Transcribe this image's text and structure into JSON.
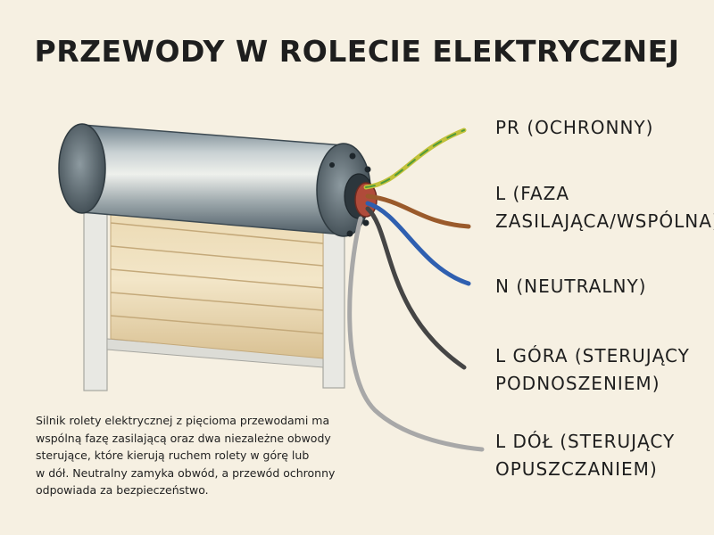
{
  "title": "PRZEWODY W ROLECIE ELEKTRYCZNEJ",
  "wires": [
    {
      "id": "pe",
      "label_lines": [
        "PR (OCHRONNY)"
      ],
      "color": "#c2c13a",
      "stripe": "#4e9a3a"
    },
    {
      "id": "l",
      "label_lines": [
        "L (FAZA",
        "ZASILAJĄCA/WSPÓLNA)"
      ],
      "color": "#9a5a2b"
    },
    {
      "id": "n",
      "label_lines": [
        "N (NEUTRALNY)"
      ],
      "color": "#2f5fb0"
    },
    {
      "id": "l-up",
      "label_lines": [
        "L GÓRA (STERUJĄCY",
        "PODNOSZENIEM)"
      ],
      "color": "#454545"
    },
    {
      "id": "l-down",
      "label_lines": [
        "L DÓŁ (STERUJĄCY",
        "OPUSZCZANIEM)"
      ],
      "color": "#a8a8a8"
    }
  ],
  "caption": {
    "lines": [
      "Silnik rolety elektrycznej z pięcioma przewodami ma",
      "wspólną fazę zasilającą oraz dwa niezależne obwody",
      "sterujące, które kierują ruchem rolety w górę lub",
      "w dół. Neutralny zamyka obwód, a przewód ochronny",
      "odpowiada za bezpieczeństwo."
    ]
  }
}
